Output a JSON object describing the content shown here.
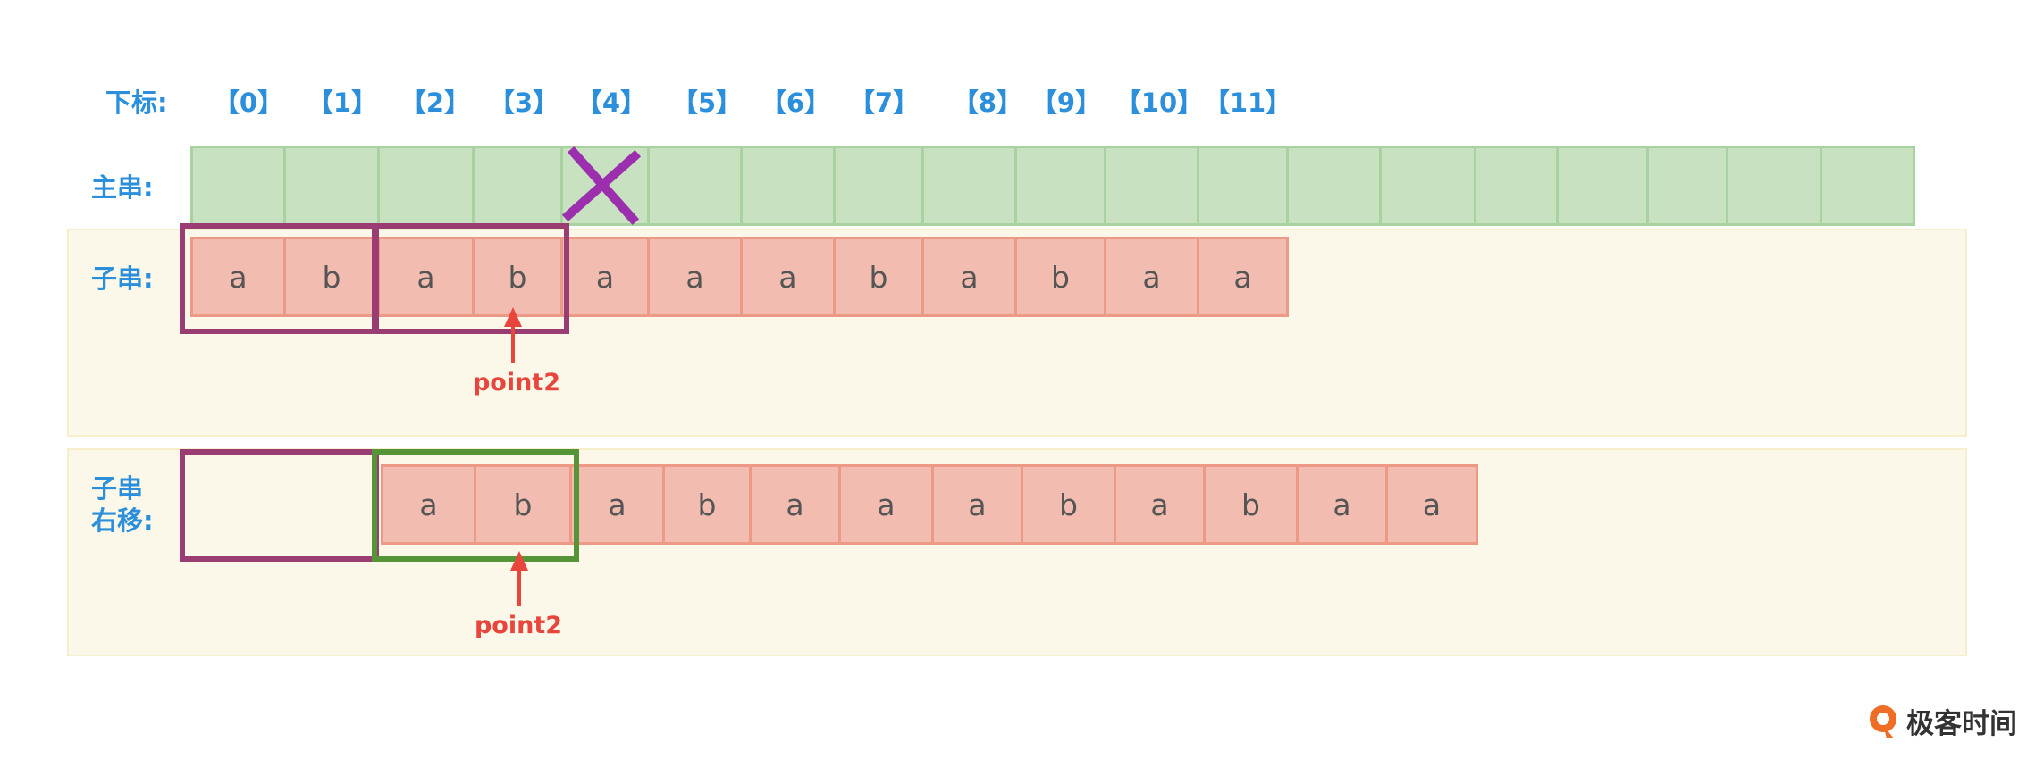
{
  "labels": {
    "index_row": "下标:",
    "main_row": "主串:",
    "sub_row": "子串:",
    "shift_row_line1": "子串",
    "shift_row_line2": "右移:"
  },
  "indices": [
    "【0】",
    "【1】",
    "【2】",
    "【3】",
    "【4】",
    "【5】",
    "【6】",
    "【7】",
    "【8】",
    "【9】",
    "【10】",
    "【11】"
  ],
  "main_string": {
    "cell_count": 19,
    "mismatch_marker": "x-mark"
  },
  "substring": [
    "a",
    "b",
    "a",
    "b",
    "a",
    "a",
    "a",
    "b",
    "a",
    "b",
    "a",
    "a"
  ],
  "shifted_substring": [
    "a",
    "b",
    "a",
    "b",
    "a",
    "a",
    "a",
    "b",
    "a",
    "b",
    "a",
    "a"
  ],
  "pointer": {
    "label_top": "point2",
    "label_bottom": "point2"
  },
  "colors": {
    "main_fill": "#c7e1c1",
    "sub_fill": "#f3bcb0",
    "label_blue": "#2b8fdc",
    "pointer_red": "#e8453c",
    "purple_frame": "#9a3d72",
    "green_frame": "#559437",
    "x_mark": "#9b2fae"
  },
  "brand": {
    "logo_text": "极客时间",
    "logo_icon": "geektime-logo-icon"
  }
}
